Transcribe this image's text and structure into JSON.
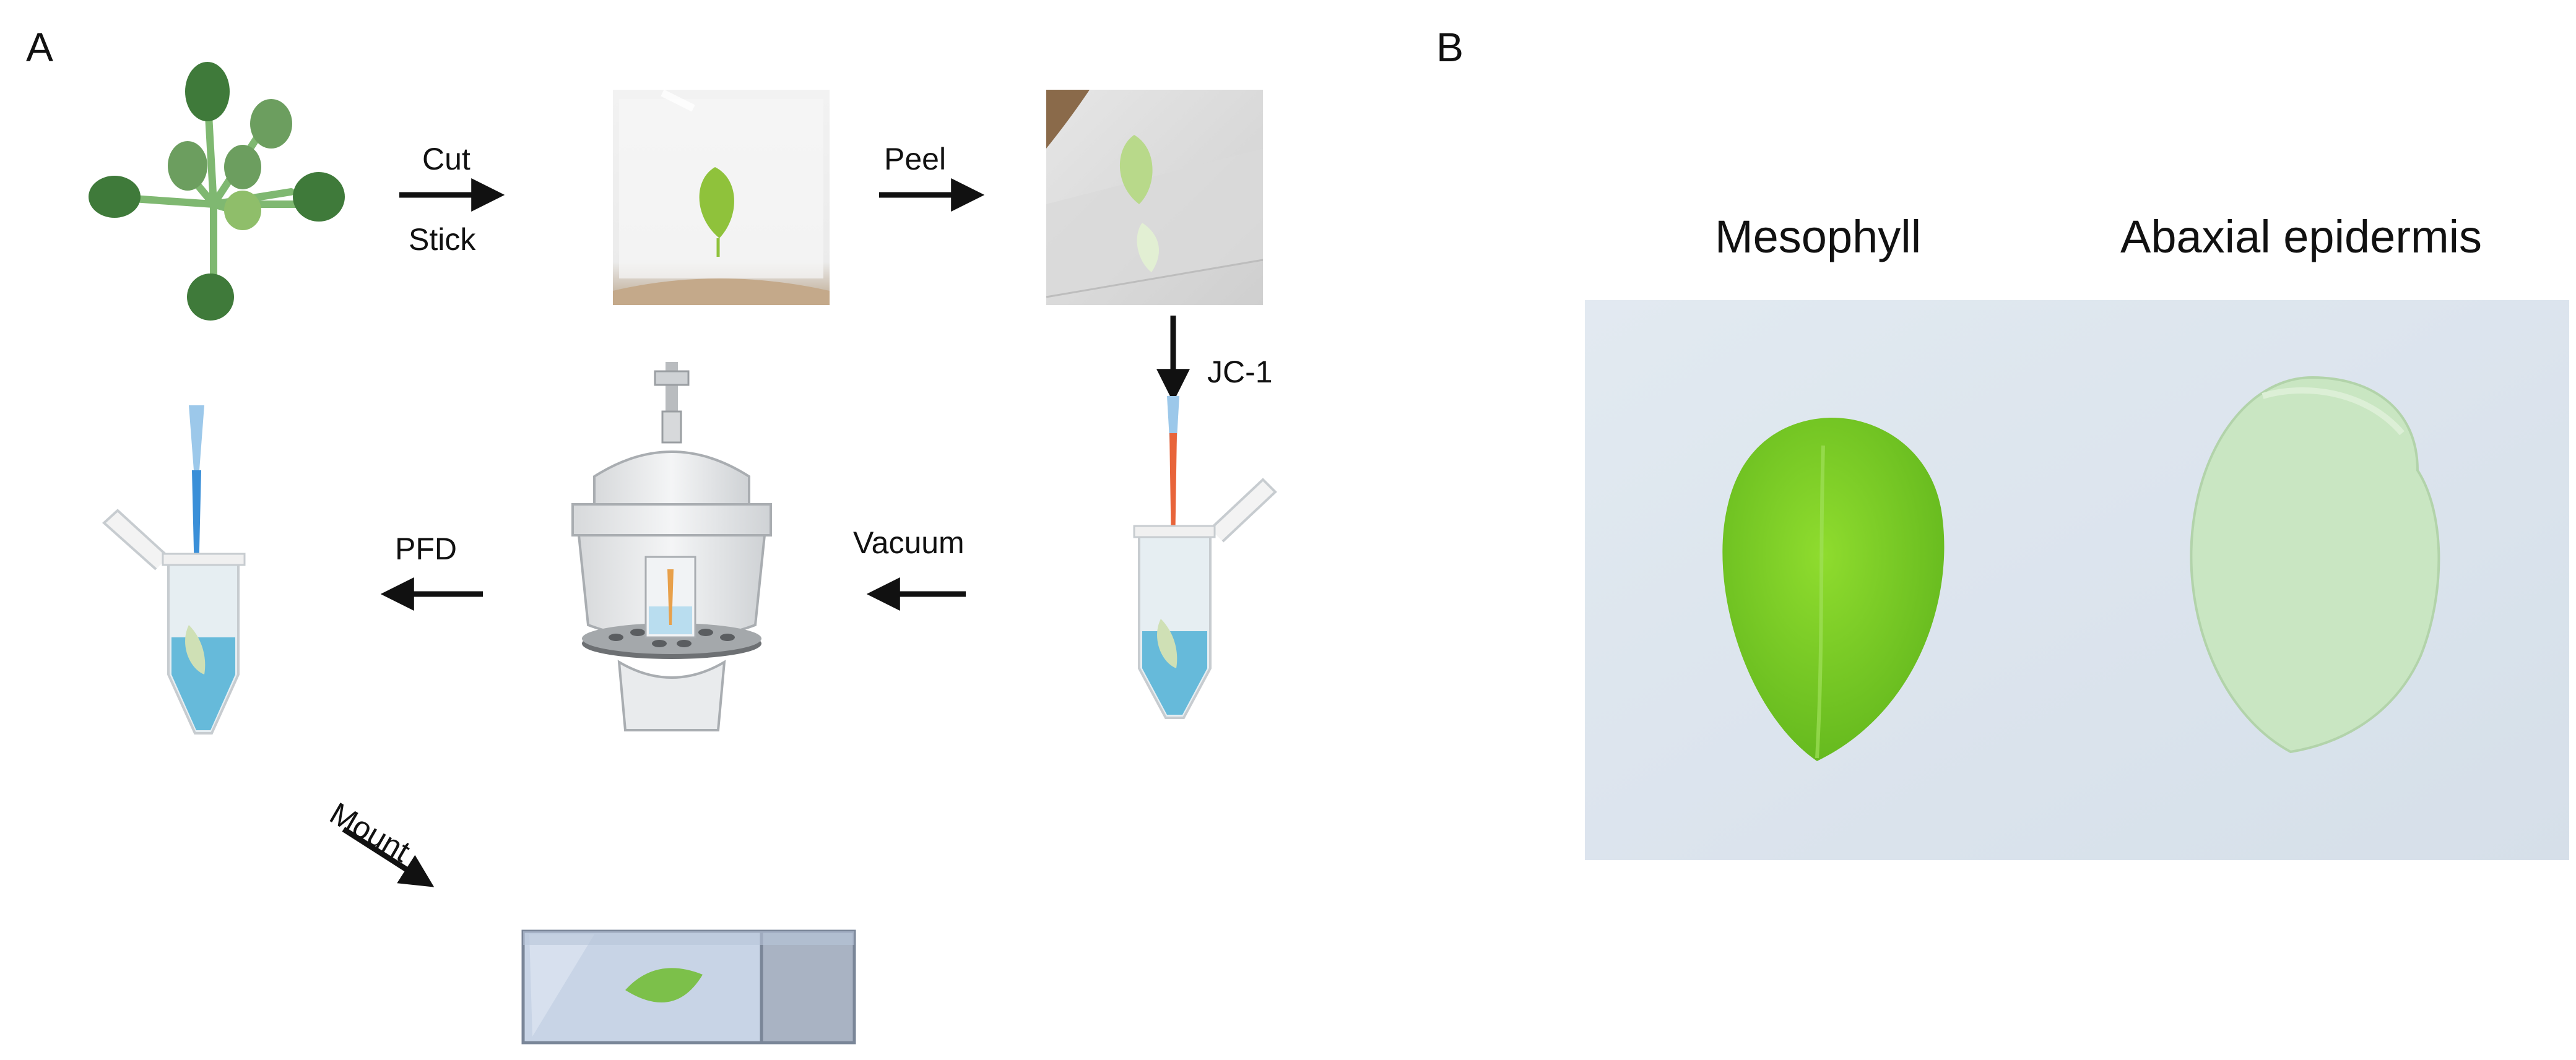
{
  "panels": {
    "a": {
      "letter": "A",
      "steps": {
        "cut": "Cut",
        "stick": "Stick",
        "peel": "Peel",
        "jc1": "JC-1",
        "vacuum": "Vacuum",
        "pfd": "PFD",
        "mount": "Mount"
      }
    },
    "b": {
      "letter": "B",
      "labels": {
        "mesophyll": "Mesophyll",
        "abaxial": "Abaxial epidermis"
      }
    }
  },
  "colors": {
    "leaf_dark": "#3f7a3a",
    "leaf_light": "#8fbe6a",
    "leaf_bright": "#7ccf2a",
    "epidermis": "#c9e6c2",
    "slide_blue": "#c8d4e6",
    "tube_liquid": "#4fb0d6",
    "tip_blue": "#3a8fd8",
    "tip_red": "#e8643a"
  }
}
